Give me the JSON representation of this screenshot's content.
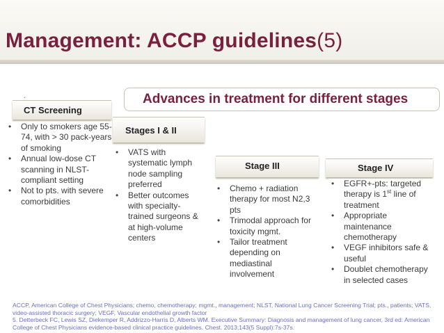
{
  "title": {
    "main": "Management: ACCP guidelines",
    "suffix": "(5)"
  },
  "dot": ".",
  "advances_heading": "Advances in treatment for different stages",
  "ct": {
    "title": "CT Screening",
    "bullets": [
      "Only to smokers age 55-74, with > 30 pack-years of smoking",
      "Annual low-dose CT scanning in NLST-compliant setting",
      "Not to pts. with severe comorbidities"
    ]
  },
  "stage12": {
    "title": "Stages I & II",
    "bullets": [
      "VATS with systematic lymph node sampling preferred",
      "Better outcomes with specialty-trained surgeons & at high-volume centers"
    ]
  },
  "stage3": {
    "title": "Stage III",
    "bullets": [
      "Chemo + radiation therapy for most N2,3 pts",
      "Trimodal approach for toxicity mgmt.",
      "Tailor treatment depending on mediastinal involvement"
    ]
  },
  "stage4": {
    "title": "Stage IV",
    "bullet1_pre": "EGFR+-pts: targeted therapy is 1",
    "bullet1_sup": "st",
    "bullet1_post": " line of treatment",
    "bullets_rest": [
      "Appropriate maintenance chemotherapy",
      "VEGF inhibitors safe & useful",
      "Doublet chemotherapy in selected cases"
    ]
  },
  "footnote": {
    "line1": "ACCP, American College of Chest Physicians; chemo, chemotherapy; mgmt., management; NLST, National Lung Cancer Screening Trial; pts., patients; VATS, video-assisted thoracic surgery; VEGF, Vascular endothelial growth factor",
    "line2": "5. Detterbeck FC, Lewis SZ, Diekemper R, Addrizzo-Harris D, Alberts WM. Executive Summary: Diagnosis and management of lung cancer, 3rd ed: American College of Chest Physicians evidence-based clinical practice guidelines. Chest. 2013;143(5 Suppl):7s-37s."
  }
}
